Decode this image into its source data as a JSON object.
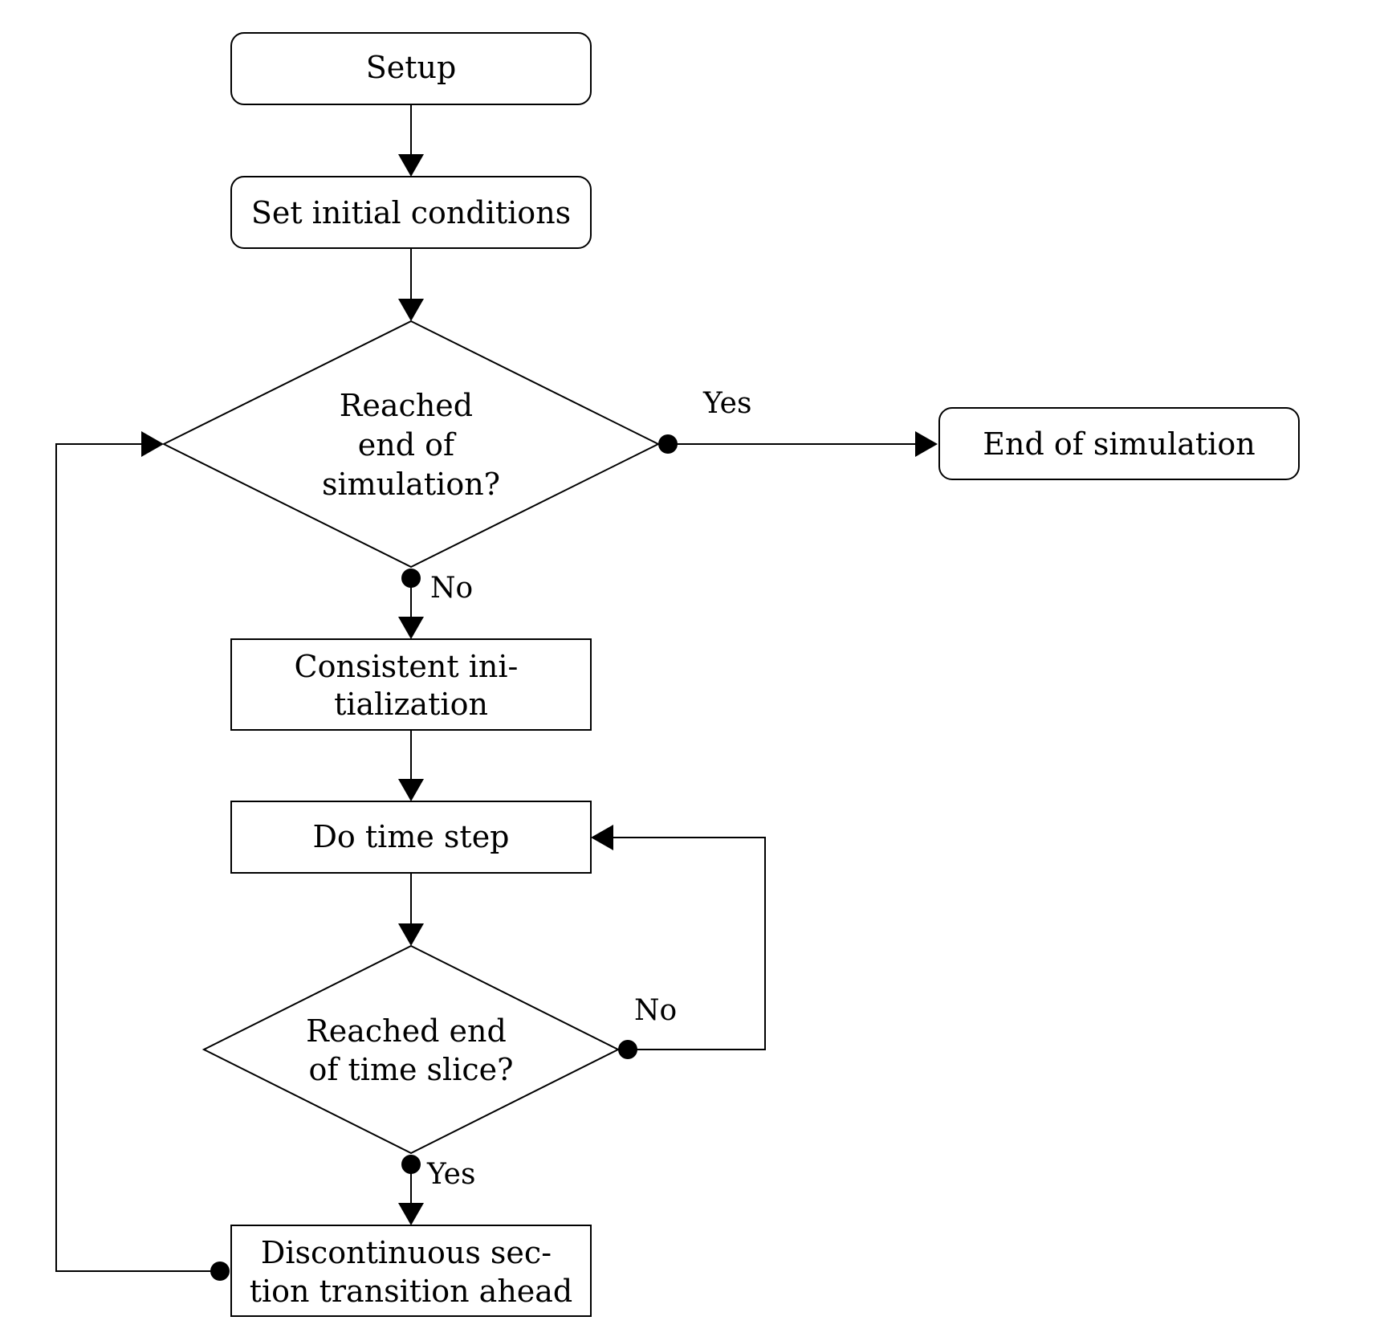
{
  "nodes": {
    "setup": {
      "lines": [
        "Setup"
      ]
    },
    "init": {
      "lines": [
        "Set initial conditions"
      ]
    },
    "check_end": {
      "lines": [
        "Reached",
        "end of",
        "simulation?"
      ]
    },
    "end": {
      "lines": [
        "End of simulation"
      ]
    },
    "consistent": {
      "lines": [
        "Consistent ini-",
        "tialization"
      ]
    },
    "time_step": {
      "lines": [
        "Do time step"
      ]
    },
    "check_slice": {
      "lines": [
        "Reached end",
        "of time slice?"
      ]
    },
    "discontinuous": {
      "lines": [
        "Discontinuous sec-",
        "tion transition ahead"
      ]
    }
  },
  "edge_labels": {
    "end_yes": "Yes",
    "end_no": "No",
    "slice_no": "No",
    "slice_yes": "Yes"
  }
}
